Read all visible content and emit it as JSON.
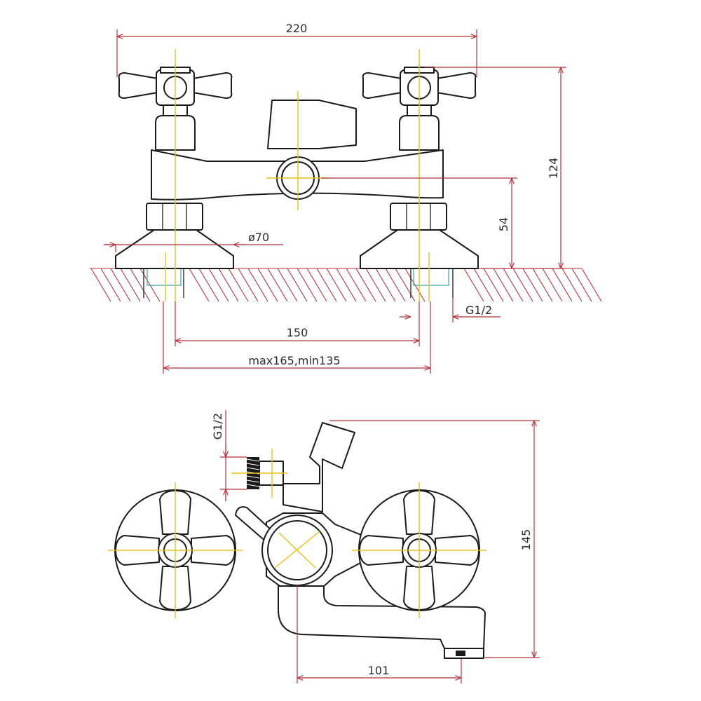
{
  "dimensions": {
    "overall_width": "220",
    "total_height": "124",
    "outlet_height": "54",
    "flange_diameter": "ø70",
    "pipe_thread_front": "G1/2",
    "inlet_spacing": "150",
    "adjust_range": "max165,min135",
    "outlet_thread_side": "G1/2",
    "side_height": "145",
    "spout_reach": "101"
  },
  "colors": {
    "outline": "#1a1a1a",
    "dimension_line": "#b2323a",
    "center_line": "#e6c21a",
    "pipe": "#3aa7a0",
    "hatch": "#b2323a"
  }
}
